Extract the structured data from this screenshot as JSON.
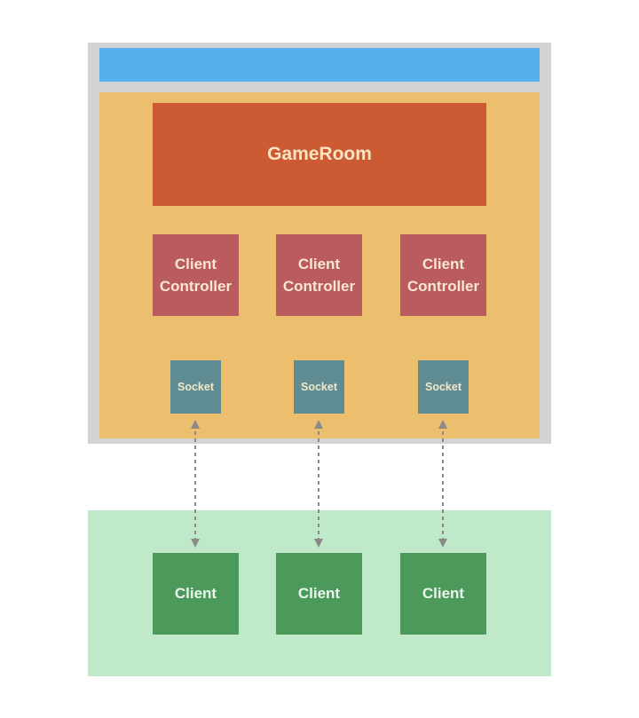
{
  "server": {
    "gameroom_label": "GameRoom",
    "controllers": [
      {
        "label": "Client\nController"
      },
      {
        "label": "Client\nController"
      },
      {
        "label": "Client\nController"
      }
    ],
    "sockets": [
      {
        "label": "Socket"
      },
      {
        "label": "Socket"
      },
      {
        "label": "Socket"
      }
    ]
  },
  "clients": [
    {
      "label": "Client"
    },
    {
      "label": "Client"
    },
    {
      "label": "Client"
    }
  ],
  "colors": {
    "frame": "#d3d3d3",
    "title_bar": "#55b0ed",
    "server_panel": "#ecbf6f",
    "gameroom": "#cc5b34",
    "controller": "#b95b5f",
    "socket": "#5f8c93",
    "client_zone": "#c0e9c9",
    "client": "#4b9a5c",
    "connector": "#8a8a8a"
  }
}
